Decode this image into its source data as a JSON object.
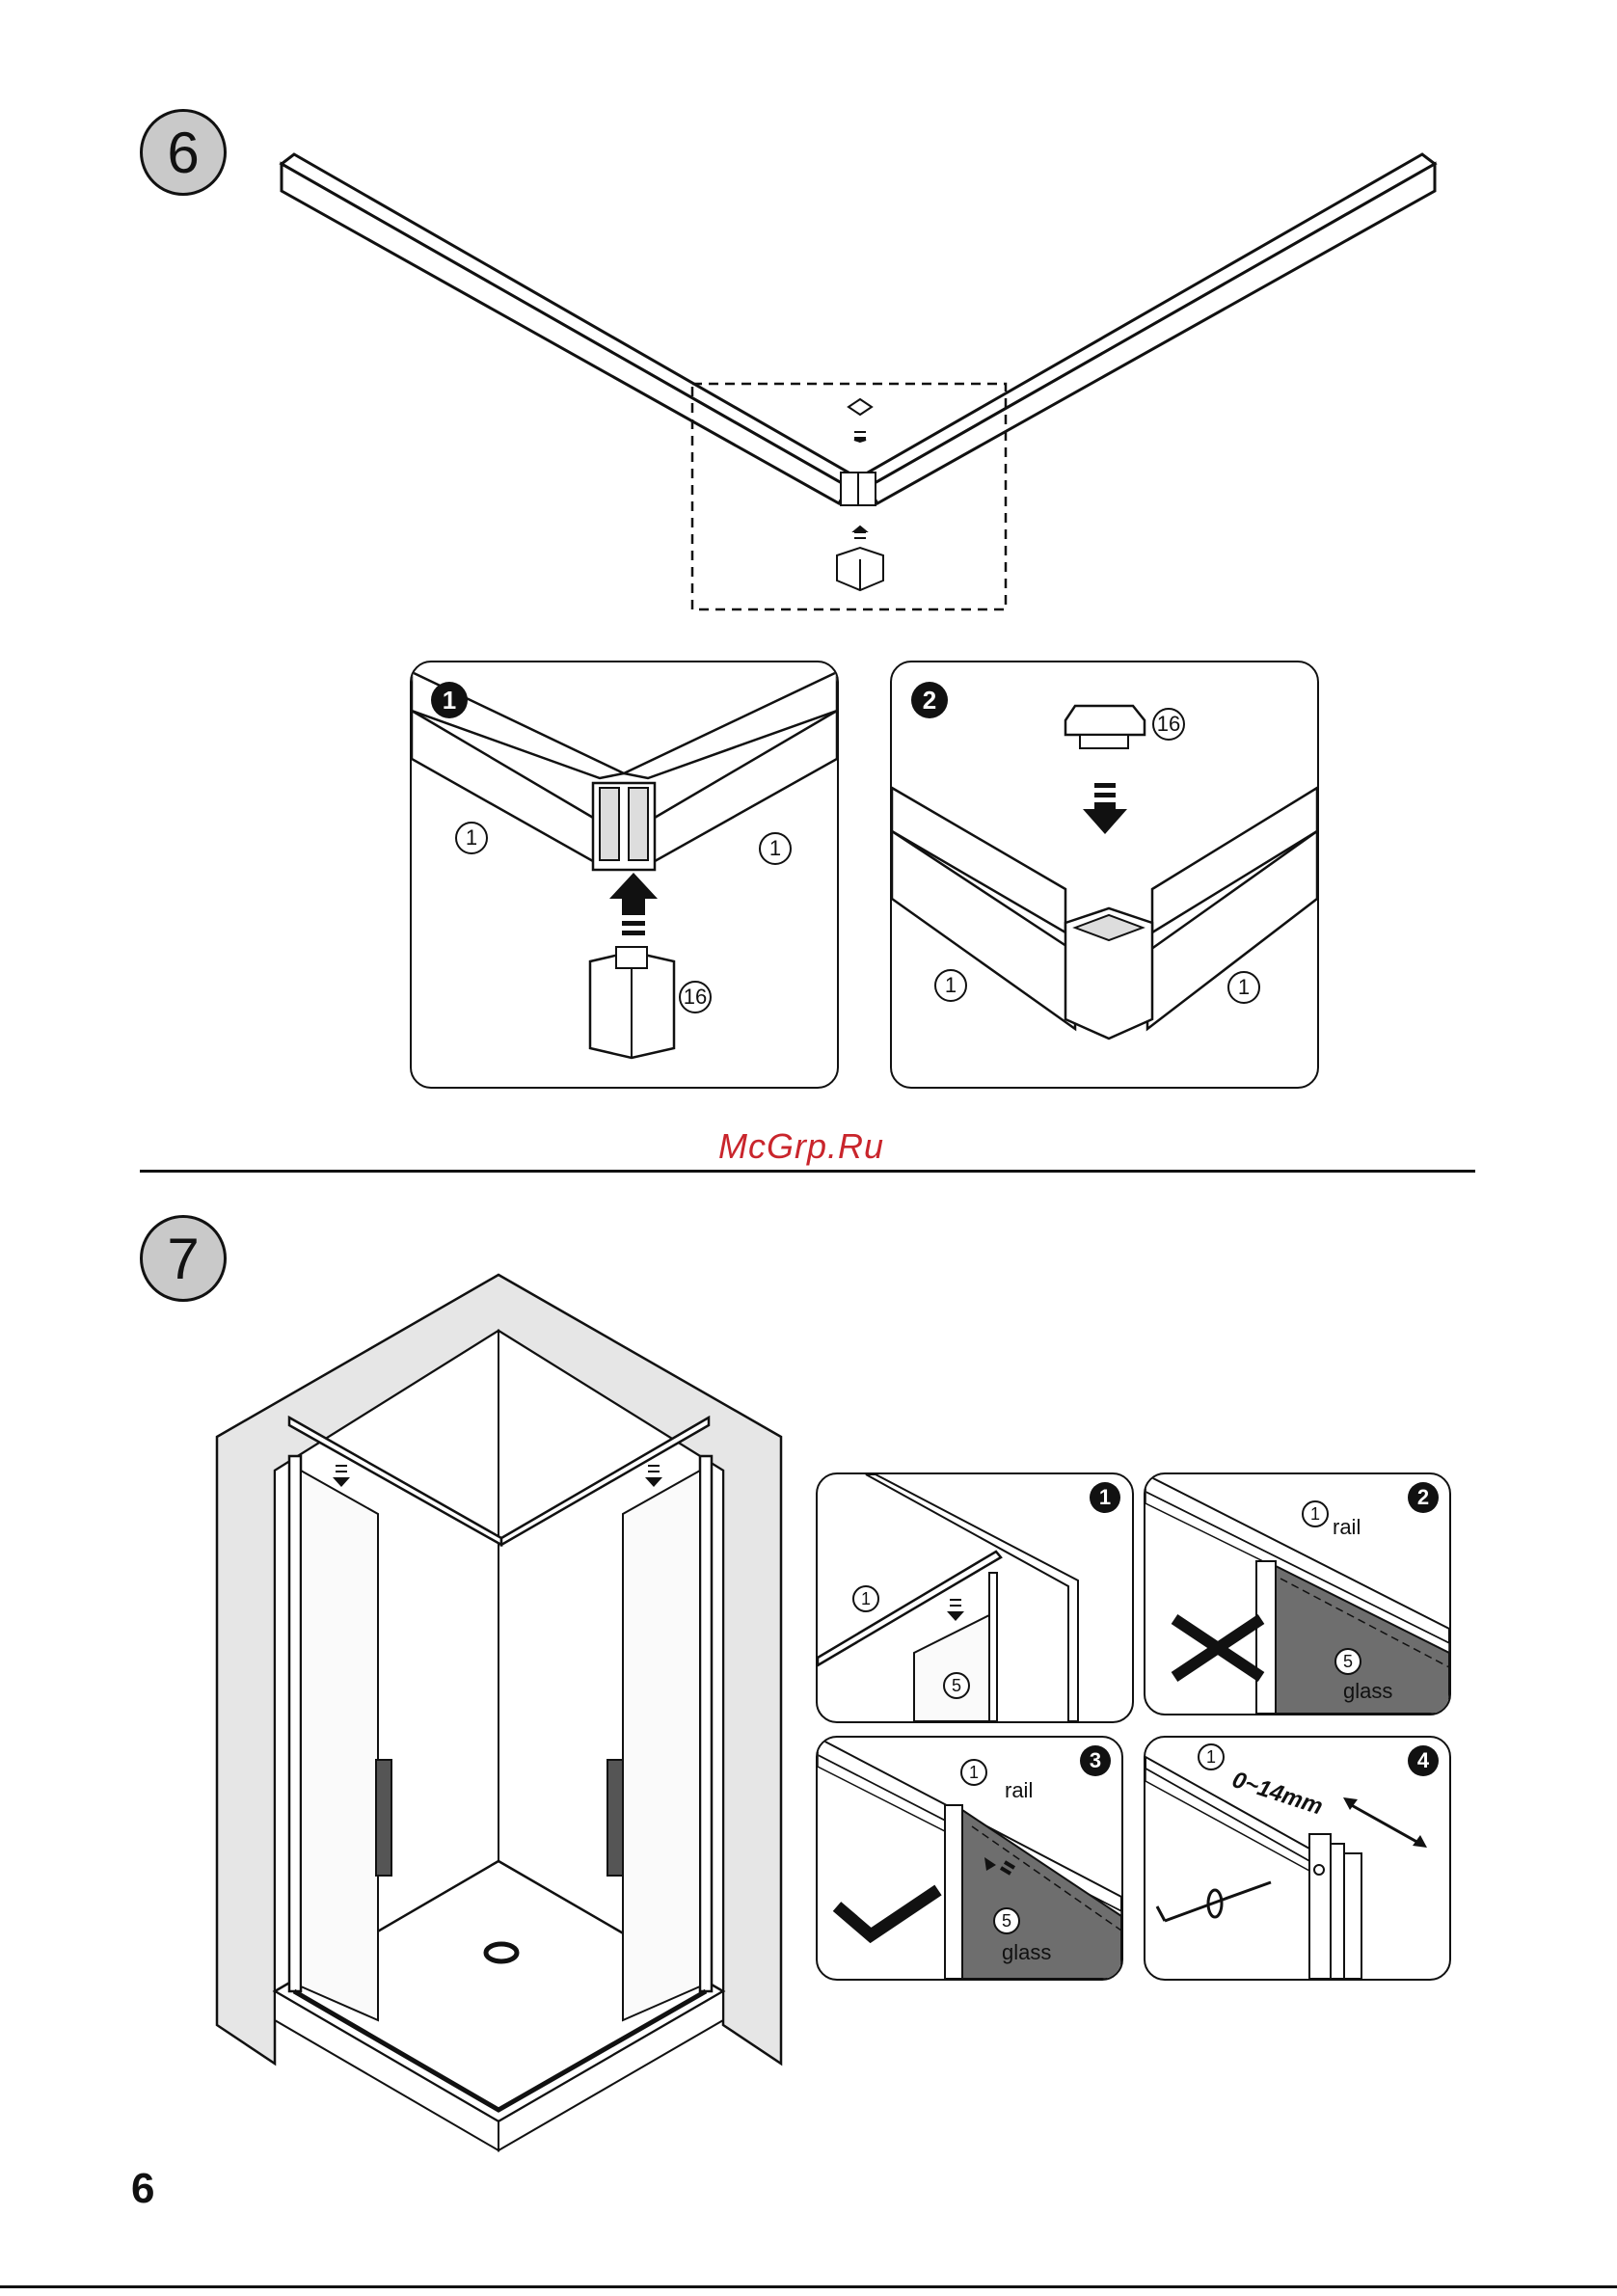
{
  "steps": {
    "step6": "6",
    "step7": "7"
  },
  "watermark": "McGrp.Ru",
  "page_number": "6",
  "panels_step6": [
    {
      "badge": "1",
      "parts": [
        "1",
        "1",
        "16"
      ]
    },
    {
      "badge": "2",
      "parts": [
        "16",
        "1",
        "1"
      ]
    }
  ],
  "panels_step7": [
    {
      "badge": "1",
      "parts": [
        "1",
        "5"
      ]
    },
    {
      "badge": "2",
      "part_rail": "1",
      "rail": "rail",
      "part_glass": "5",
      "glass": "glass"
    },
    {
      "badge": "3",
      "part_rail": "1",
      "rail": "rail",
      "part_glass": "5",
      "glass": "glass"
    },
    {
      "badge": "4",
      "part": "1",
      "gap": "0~14mm"
    }
  ],
  "colors": {
    "glass_grey": "#6e6e6e",
    "wall_grey": "#e6e6e6",
    "watermark": "#c9252c"
  }
}
